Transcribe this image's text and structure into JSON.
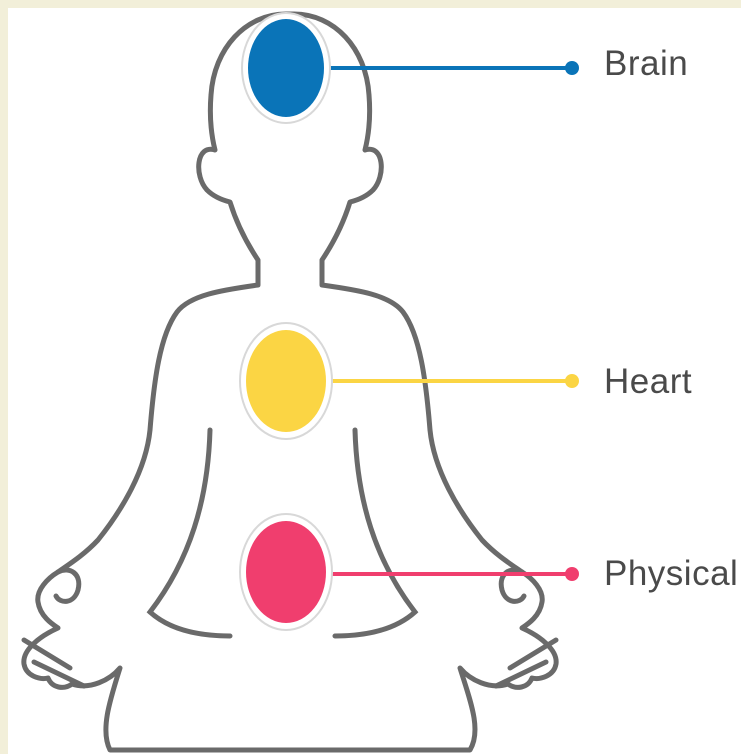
{
  "diagram": {
    "figure": "meditating-person-outline",
    "points": [
      {
        "id": "brain",
        "label": "Brain",
        "color": "#0a74b8"
      },
      {
        "id": "heart",
        "label": "Heart",
        "color": "#fbd544"
      },
      {
        "id": "physical",
        "label": "Physical",
        "color": "#f03e6e"
      }
    ],
    "colors": {
      "background": "#f2efd9",
      "panel": "#ffffff",
      "outline": "#6a6a6a",
      "label_text": "#4a4a4a"
    }
  }
}
